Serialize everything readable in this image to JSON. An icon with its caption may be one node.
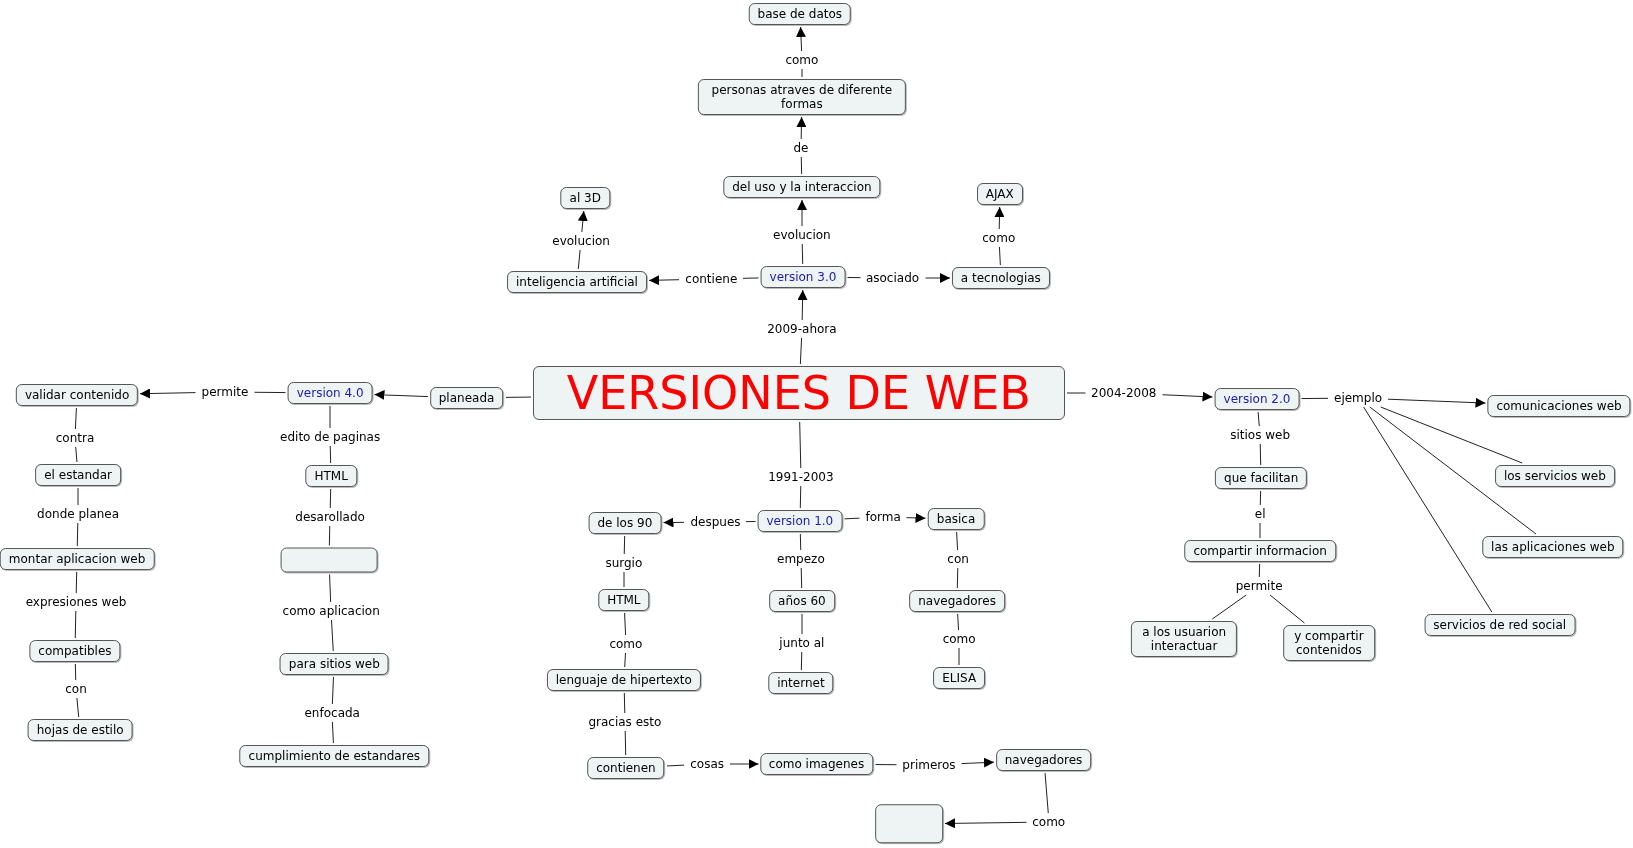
{
  "diagram": {
    "nodes": [
      {
        "text": [
          "VERSIONES DE WEB"
        ]
      },
      {
        "text": [
          "2009-ahora"
        ]
      },
      {
        "text": [
          "version 3.0"
        ]
      },
      {
        "text": [
          "evolucion"
        ]
      },
      {
        "text": [
          "del uso y la interaccion"
        ]
      },
      {
        "text": [
          "de"
        ]
      },
      {
        "text": [
          "personas atraves de diferente formas"
        ]
      },
      {
        "text": [
          "como"
        ]
      },
      {
        "text": [
          "base de datos"
        ]
      },
      {
        "text": [
          "contiene"
        ]
      },
      {
        "text": [
          "inteligencia artificial"
        ]
      },
      {
        "text": [
          "evolucion"
        ]
      },
      {
        "text": [
          "al 3D"
        ]
      },
      {
        "text": [
          "asociado"
        ]
      },
      {
        "text": [
          "a tecnologias"
        ]
      },
      {
        "text": [
          "como"
        ]
      },
      {
        "text": [
          "AJAX"
        ]
      },
      {
        "text": [
          "planeada"
        ]
      },
      {
        "text": [
          "version 4.0"
        ]
      },
      {
        "text": [
          "permite"
        ]
      },
      {
        "text": [
          "validar contenido"
        ]
      },
      {
        "text": [
          "contra"
        ]
      },
      {
        "text": [
          "el estandar"
        ]
      },
      {
        "text": [
          "donde planea"
        ]
      },
      {
        "text": [
          "montar aplicacion web"
        ]
      },
      {
        "text": [
          "expresiones web"
        ]
      },
      {
        "text": [
          "compatibles"
        ]
      },
      {
        "text": [
          "con"
        ]
      },
      {
        "text": [
          "hojas de estilo"
        ]
      },
      {
        "text": [
          "edito de paginas"
        ]
      },
      {
        "text": [
          "HTML"
        ]
      },
      {
        "text": [
          "desarollado"
        ]
      },
      {
        "text": [],
        "shape": "box"
      },
      {
        "text": [
          "como aplicacion"
        ]
      },
      {
        "text": [
          "para sitios web"
        ]
      },
      {
        "text": [
          "enfocada"
        ]
      },
      {
        "text": [
          "cumplimiento de estandares"
        ]
      },
      {
        "text": [
          "1991-2003"
        ]
      },
      {
        "text": [
          "version 1.0"
        ]
      },
      {
        "text": [
          "despues"
        ]
      },
      {
        "text": [
          "de los 90"
        ]
      },
      {
        "text": [
          "surgio"
        ]
      },
      {
        "text": [
          "HTML"
        ]
      },
      {
        "text": [
          "como"
        ]
      },
      {
        "text": [
          "lenguaje de hipertexto"
        ]
      },
      {
        "text": [
          "gracias esto"
        ]
      },
      {
        "text": [
          "contienen"
        ]
      },
      {
        "text": [
          "cosas"
        ]
      },
      {
        "text": [
          "como imagenes"
        ]
      },
      {
        "text": [
          "primeros"
        ]
      },
      {
        "text": [
          "navegadores"
        ]
      },
      {
        "text": [
          "como"
        ]
      },
      {
        "text": [],
        "shape": "box"
      },
      {
        "text": [
          "empezo"
        ]
      },
      {
        "text": [
          "años 60"
        ]
      },
      {
        "text": [
          "junto al"
        ]
      },
      {
        "text": [
          "internet"
        ]
      },
      {
        "text": [
          "forma"
        ]
      },
      {
        "text": [
          "basica"
        ]
      },
      {
        "text": [
          "con"
        ]
      },
      {
        "text": [
          "navegadores"
        ]
      },
      {
        "text": [
          "como"
        ]
      },
      {
        "text": [
          "ELISA"
        ]
      },
      {
        "text": [
          "2004-2008"
        ]
      },
      {
        "text": [
          "version 2.0"
        ]
      },
      {
        "text": [
          "ejemplo"
        ]
      },
      {
        "text": [
          "comunicaciones web"
        ]
      },
      {
        "text": [
          "los servicios web"
        ]
      },
      {
        "text": [
          "las aplicaciones web"
        ]
      },
      {
        "text": [
          "servicios de red social"
        ]
      },
      {
        "text": [
          "sitios web"
        ]
      },
      {
        "text": [
          "que facilitan"
        ]
      },
      {
        "text": [
          "el"
        ]
      },
      {
        "text": [
          "compartir informacion"
        ]
      },
      {
        "text": [
          "permite"
        ]
      },
      {
        "text": [
          "a los usuarion interactuar"
        ]
      },
      {
        "text": [
          "y compartir contenidos"
        ]
      }
    ],
    "edges": [
      {
        "from": 0,
        "to": 1,
        "arrow": "none"
      },
      {
        "from": 1,
        "to": 2,
        "arrow": "to"
      },
      {
        "from": 2,
        "to": 3,
        "arrow": "none"
      },
      {
        "from": 3,
        "to": 4,
        "arrow": "to"
      },
      {
        "from": 4,
        "to": 5,
        "arrow": "none"
      },
      {
        "from": 5,
        "to": 6,
        "arrow": "to"
      },
      {
        "from": 6,
        "to": 7,
        "arrow": "none"
      },
      {
        "from": 7,
        "to": 8,
        "arrow": "to"
      },
      {
        "from": 2,
        "to": 9,
        "arrow": "none"
      },
      {
        "from": 9,
        "to": 10,
        "arrow": "to"
      },
      {
        "from": 10,
        "to": 11,
        "arrow": "none"
      },
      {
        "from": 11,
        "to": 12,
        "arrow": "to"
      },
      {
        "from": 2,
        "to": 13,
        "arrow": "none"
      },
      {
        "from": 13,
        "to": 14,
        "arrow": "to"
      },
      {
        "from": 14,
        "to": 15,
        "arrow": "none"
      },
      {
        "from": 15,
        "to": 16,
        "arrow": "to"
      },
      {
        "from": 0,
        "to": 17,
        "arrow": "none"
      },
      {
        "from": 17,
        "to": 18,
        "arrow": "to"
      },
      {
        "from": 18,
        "to": 19,
        "arrow": "none"
      },
      {
        "from": 19,
        "to": 20,
        "arrow": "to"
      },
      {
        "from": 20,
        "to": 21,
        "arrow": "none"
      },
      {
        "from": 21,
        "to": 22,
        "arrow": "none"
      },
      {
        "from": 22,
        "to": 23,
        "arrow": "none"
      },
      {
        "from": 23,
        "to": 24,
        "arrow": "none"
      },
      {
        "from": 24,
        "to": 25,
        "arrow": "none"
      },
      {
        "from": 25,
        "to": 26,
        "arrow": "none"
      },
      {
        "from": 26,
        "to": 27,
        "arrow": "none"
      },
      {
        "from": 27,
        "to": 28,
        "arrow": "none"
      },
      {
        "from": 18,
        "to": 29,
        "arrow": "none"
      },
      {
        "from": 29,
        "to": 30,
        "arrow": "none"
      },
      {
        "from": 30,
        "to": 31,
        "arrow": "none"
      },
      {
        "from": 31,
        "to": 32,
        "arrow": "none"
      },
      {
        "from": 32,
        "to": 33,
        "arrow": "none"
      },
      {
        "from": 33,
        "to": 34,
        "arrow": "none"
      },
      {
        "from": 34,
        "to": 35,
        "arrow": "none"
      },
      {
        "from": 35,
        "to": 36,
        "arrow": "none"
      },
      {
        "from": 0,
        "to": 37,
        "arrow": "none"
      },
      {
        "from": 37,
        "to": 38,
        "arrow": "none"
      },
      {
        "from": 38,
        "to": 39,
        "arrow": "none"
      },
      {
        "from": 39,
        "to": 40,
        "arrow": "to"
      },
      {
        "from": 40,
        "to": 41,
        "arrow": "none"
      },
      {
        "from": 41,
        "to": 42,
        "arrow": "none"
      },
      {
        "from": 42,
        "to": 43,
        "arrow": "none"
      },
      {
        "from": 43,
        "to": 44,
        "arrow": "none"
      },
      {
        "from": 44,
        "to": 45,
        "arrow": "none"
      },
      {
        "from": 45,
        "to": 46,
        "arrow": "none"
      },
      {
        "from": 46,
        "to": 47,
        "arrow": "none"
      },
      {
        "from": 47,
        "to": 48,
        "arrow": "to"
      },
      {
        "from": 48,
        "to": 49,
        "arrow": "none"
      },
      {
        "from": 49,
        "to": 50,
        "arrow": "to"
      },
      {
        "from": 50,
        "to": 51,
        "arrow": "none"
      },
      {
        "from": 51,
        "to": 52,
        "arrow": "to"
      },
      {
        "from": 38,
        "to": 53,
        "arrow": "none"
      },
      {
        "from": 53,
        "to": 54,
        "arrow": "none"
      },
      {
        "from": 54,
        "to": 55,
        "arrow": "none"
      },
      {
        "from": 55,
        "to": 56,
        "arrow": "none"
      },
      {
        "from": 38,
        "to": 57,
        "arrow": "none"
      },
      {
        "from": 57,
        "to": 58,
        "arrow": "to"
      },
      {
        "from": 58,
        "to": 59,
        "arrow": "none"
      },
      {
        "from": 59,
        "to": 60,
        "arrow": "none"
      },
      {
        "from": 60,
        "to": 61,
        "arrow": "none"
      },
      {
        "from": 61,
        "to": 62,
        "arrow": "none"
      },
      {
        "from": 0,
        "to": 63,
        "arrow": "none"
      },
      {
        "from": 63,
        "to": 64,
        "arrow": "to"
      },
      {
        "from": 64,
        "to": 65,
        "arrow": "none"
      },
      {
        "from": 65,
        "to": 66,
        "arrow": "to"
      },
      {
        "from": 65,
        "to": 67,
        "arrow": "none"
      },
      {
        "from": 65,
        "to": 68,
        "arrow": "none"
      },
      {
        "from": 65,
        "to": 69,
        "arrow": "none"
      },
      {
        "from": 64,
        "to": 70,
        "arrow": "none"
      },
      {
        "from": 70,
        "to": 71,
        "arrow": "none"
      },
      {
        "from": 71,
        "to": 72,
        "arrow": "none"
      },
      {
        "from": 72,
        "to": 73,
        "arrow": "none"
      },
      {
        "from": 73,
        "to": 74,
        "arrow": "none"
      },
      {
        "from": 74,
        "to": 75,
        "arrow": "none"
      },
      {
        "from": 74,
        "to": 76,
        "arrow": "none"
      }
    ]
  }
}
